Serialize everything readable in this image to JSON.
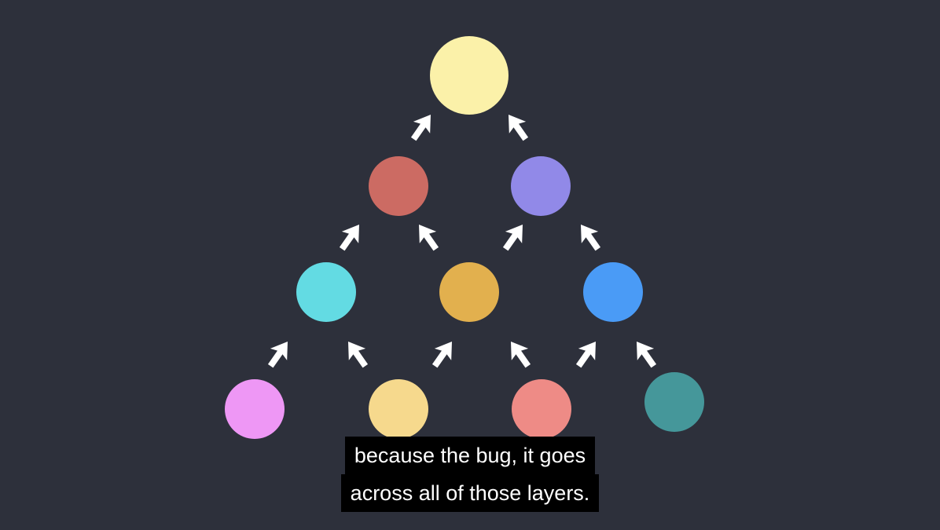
{
  "diagram": {
    "nodes": [
      {
        "id": "top",
        "color": "#fbf1a9"
      },
      {
        "id": "mid-left",
        "color": "#cc6b63"
      },
      {
        "id": "mid-right",
        "color": "#9189e8"
      },
      {
        "id": "row3-left",
        "color": "#63dbe3"
      },
      {
        "id": "row3-center",
        "color": "#e2b04e"
      },
      {
        "id": "row3-right",
        "color": "#4a9bf6"
      },
      {
        "id": "bottom-1",
        "color": "#ee97f5"
      },
      {
        "id": "bottom-2",
        "color": "#f6d98d"
      },
      {
        "id": "bottom-3",
        "color": "#ee8b86"
      },
      {
        "id": "bottom-4",
        "color": "#45979a"
      }
    ],
    "arrow_color": "#ffffff",
    "background": "#2d303b"
  },
  "caption": {
    "line1": "because the bug, it goes",
    "line2": "across all of those layers."
  }
}
